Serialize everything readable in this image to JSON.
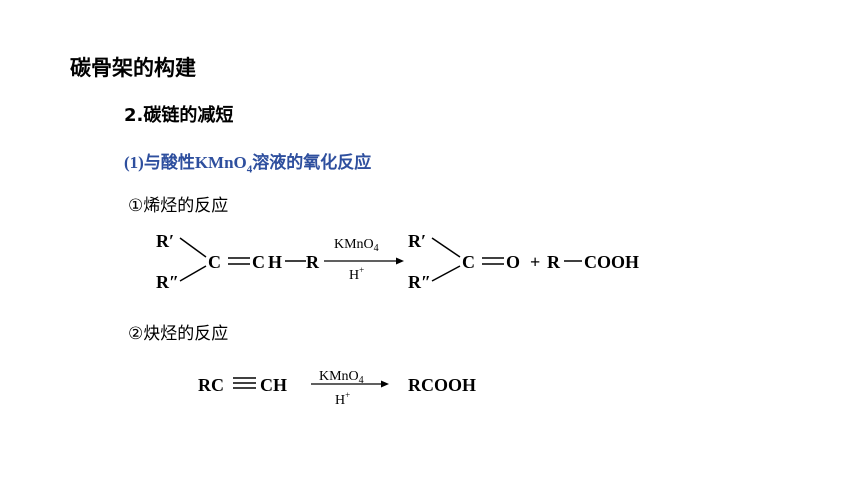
{
  "slide": {
    "title": "碳骨架的构建",
    "section": "2.碳链的减短",
    "subsection": {
      "number": "(1)",
      "text_before": "与酸性",
      "reagent": "KMnO",
      "reagent_sub": "4",
      "text_after": "溶液的氧化反应"
    },
    "items": [
      {
        "label": "①烯烃的反应"
      },
      {
        "label": "②炔烃的反应"
      }
    ]
  },
  "reaction1": {
    "r1": "R′",
    "r2": "R″",
    "c1": "C",
    "c2": "C",
    "h": "H",
    "r": "R",
    "reagent_main": "KMnO",
    "reagent_sub": "4",
    "acid": "H",
    "acid_sup": "+",
    "p_r1": "R′",
    "p_r2": "R″",
    "p_c": "C",
    "p_o": "O",
    "plus": "+",
    "p_r": "R",
    "cooh": "COOH"
  },
  "reaction2": {
    "rc": "RC",
    "ch": "CH",
    "reagent_main": "KMnO",
    "reagent_sub": "4",
    "acid": "H",
    "acid_sup": "+",
    "product": "RCOOH"
  }
}
